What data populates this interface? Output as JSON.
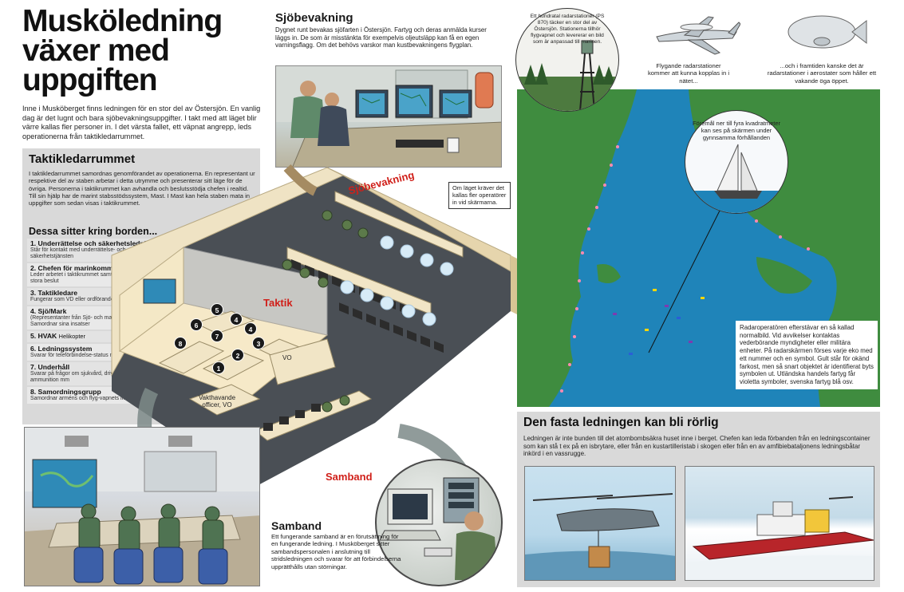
{
  "headline": "Musköledning\nväxer med\nuppgiften",
  "intro": "Inne i Musköberget finns ledningen för en stor del av Östersjön. En vanlig dag är det lugnt och bara sjöbevakningsuppgifter. I takt med att läget blir värre kallas fler personer in. I det värsta fallet, ett väpnat angrepp, leds operationerna från taktikledarrummet.",
  "taktik": {
    "title": "Taktikledarrummet",
    "body": "I taktikledarrummet samordnas genomförandet av operationerna. En representant ur respektive del av staben arbetar i detta utrymme och presenterar sitt läge för de övriga. Personerna i taktikrummet kan avhandla och beslutsstödja chefen i realtid. Till sin hjälp har de marint stabsstödssystem, Mast. I Mast kan hela staben mata in uppgifter som sedan visas i taktikrummet.",
    "sitter_title": "Dessa sitter kring borden...",
    "seats": [
      {
        "name": "1. Underrättelse och säkerhetsledning",
        "extra": "",
        "desc": "Står för kontakt med underrättelse- och säkerhetstjänsten"
      },
      {
        "name": "2. Chefen för marinkommandot",
        "extra": "",
        "desc": "Leder arbetet i taktikrummet samt ansvarar för alla stora beslut"
      },
      {
        "name": "3. Taktikledare",
        "extra": "",
        "desc": "Fungerar som VD eller ordförande vid bordet"
      },
      {
        "name": "4. Sjö/Mark",
        "extra": "",
        "desc": "(Representanter från Sjö- och marktrupper) Samordnar sina insatser"
      },
      {
        "name": "5. HVAK",
        "extra": "Helikopter",
        "desc": ""
      },
      {
        "name": "6. Ledningssystem",
        "extra": "",
        "desc": "Svarar för teleförbindelse-status mm"
      },
      {
        "name": "7. Underhåll",
        "extra": "",
        "desc": "Svarar på frågor om sjukvård, drivmedel, ammunition mm"
      },
      {
        "name": "8. Samordningsgrupp",
        "extra": "",
        "desc": "Samordnar arméns och flyg-vapnets insatser"
      }
    ]
  },
  "sjobevakning": {
    "title": "Sjöbevakning",
    "body": "Dygnet runt bevakas sjöfarten i Östersjön. Fartyg och deras anmälda kurser läggs in. De som är misstänkta för exempelvis oljeutsläpp kan få en egen varningsflagg. Om det behövs varskor man kustbevakningens flygplan."
  },
  "plan": {
    "sj_label": "Sjöbevakning",
    "taktik_label": "Taktik",
    "samband_label": "Samband",
    "note": "Om läget kräver det kallas fler operatörer in vid skärmarna.",
    "vo": "VO",
    "vakt": "Vakthavande officer, VO",
    "numbers": [
      "5",
      "6",
      "4",
      "4",
      "7",
      "3",
      "8",
      "2",
      "1"
    ]
  },
  "samband": {
    "title": "Samband",
    "body": "Ett fungerande samband är en förutsättning för en fungerande ledning. I Musköberget sitter sambandspersonalen i anslutning till stridsledningen och svarar för att förbindelserna upprätthålls utan störningar."
  },
  "map": {
    "radar_text": "Ett hundratal radarstationer (PS 870) täcker en stor del av Östersjön. Stationerna tillhör flygvapnet och levererar en bild som är anpassad till marinen.",
    "plane_text": "Flygande radarstationer kommer att kunna kopplas in i nätet...",
    "aero_text": "...och i framtiden kanske det är radarstationer i aerostater som håller ett vakande öga öppet.",
    "boat_text": "Föremål ner till fyra kvadratmeter kan ses på skärmen under gynnsamma förhållanden",
    "radar_note": "Radaroperatören efterstävar en så kallad normalbild. Vid avvikelser kontaktas vederbörande myndigheter eller militära enheter. På radarskärmen förses varje eko med ett nummer och en symbol. Gult står för okänd farkost, men så snart objektet är identifierat byts symbolen ut. Utländska handels fartyg får violetta symboler, svenska fartyg blå osv."
  },
  "rorlig": {
    "title": "Den fasta ledningen kan bli rörlig",
    "body": "Ledningen är inte bunden till det atombombsäkra huset inne i berget. Chefen kan leda förbanden från en ledningscontainer som kan stå t ex på en isbrytare, eller från en kustartilleristab i skogen eller från en av amfibiebataljonens ledningsbåtar inkörd i en vassrugge."
  },
  "colors": {
    "sea": "#1f84b9",
    "land": "#3f8c3f",
    "accent_red": "#d0201a",
    "panel_grey": "#d9d9d9",
    "wall": "#e9d9b6"
  }
}
